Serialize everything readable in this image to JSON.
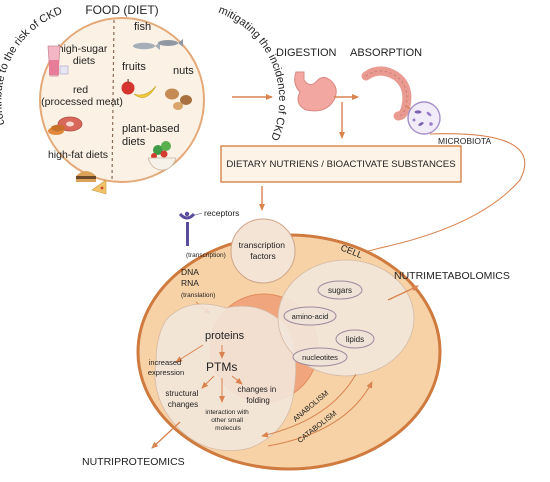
{
  "colors": {
    "arrow": "#d9834f",
    "food_circle_fill": "#fbf1e4",
    "food_circle_stroke": "#e4a978",
    "cell_fill": "#f6d2a6",
    "cell_stroke": "#cf7a3e",
    "nucleus_fill": "#f0a57c",
    "region_fill": "#f2e7dc",
    "box_fill": "#fdf3e6",
    "box_stroke": "#cf7a3e",
    "organ": "#f2a7a1",
    "receptor": "#5b4b9b"
  },
  "icons": [
    "glass-icon",
    "sugar-cube-icon",
    "steak-icon",
    "sausage-icon",
    "burger-icon",
    "pizza-icon",
    "fish-icon",
    "apple-icon",
    "banana-icon",
    "nut-icon",
    "salad-bowl-icon",
    "stomach-icon",
    "intestine-icon",
    "microbe-icon",
    "receptor-icon"
  ],
  "food": {
    "title": "FOOD (DIET)",
    "left_arc": "contribute to the risk of CKD",
    "right_arc": "mitigating the incidence of CKD",
    "high_sugar": [
      "high-sugar",
      "diets"
    ],
    "red_meat": [
      "red",
      "(processed meat)"
    ],
    "high_fat": "high-fat diets",
    "fish": "fish",
    "fruits": "fruits",
    "nuts": "nuts",
    "plant_based": [
      "plant-based",
      "diets"
    ]
  },
  "digestion": "DIGESTION",
  "absorption": "ABSORPTION",
  "microbiota": "MICROBIOTA",
  "dietary_box": "DIETARY NUTRIENS / BIOACTIVATE SUBSTANCES",
  "receptors": "receptors",
  "cell": {
    "label": "CELL",
    "transcription_factors": [
      "transcription",
      "factors"
    ],
    "transcription": "(transcription)",
    "dna": "DNA",
    "rna": "RNA",
    "translation": "(translation)",
    "proteins": "proteins",
    "increased_expression": [
      "increased",
      "expression"
    ],
    "ptms": "PTMs",
    "changes_in_folding": [
      "changes in",
      "folding"
    ],
    "structural_changes": [
      "structural",
      "changes"
    ],
    "interaction": [
      "interaction with",
      "other small",
      "moleculs"
    ],
    "sugars": "sugars",
    "amino_acid": "amino-acid",
    "lipids": "lipids",
    "nucleotites": "nucleotites",
    "anabolism": "ANABOLISM",
    "catabolism": "CATABOLISM"
  },
  "nutrimetabolomics": "NUTRIMETABOLOMICS",
  "nutriproteomics": "NUTRIPROTEOMICS"
}
